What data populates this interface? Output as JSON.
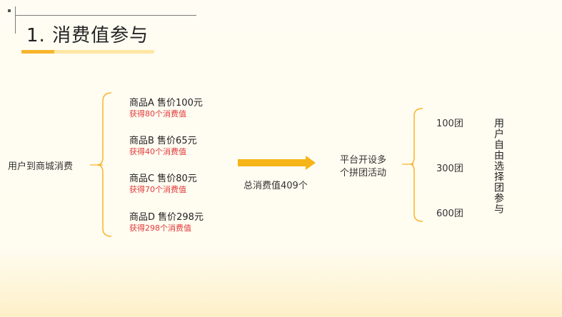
{
  "title": "1. 消费值参与",
  "source_label": "用户到商城消费",
  "products": [
    {
      "name": "商品A 售价100元",
      "points": "获得80个消费值"
    },
    {
      "name": "商品B 售价65元",
      "points": "获得40个消费值"
    },
    {
      "name": "商品C 售价80元",
      "points": "获得70个消费值"
    },
    {
      "name": "商品D 售价298元",
      "points": "获得298个消费值"
    }
  ],
  "total_label": "总消费值409个",
  "platform_label_line1": "平台开设多",
  "platform_label_line2": "个拼团活动",
  "groups": [
    "100团",
    "300团",
    "600团"
  ],
  "user_choice_label": "用户自由选择团参与",
  "colors": {
    "accent": "#f7b52b",
    "accent_light": "#ffe6a3",
    "points_text": "#e03a3a",
    "arrow": "#f5b417"
  }
}
